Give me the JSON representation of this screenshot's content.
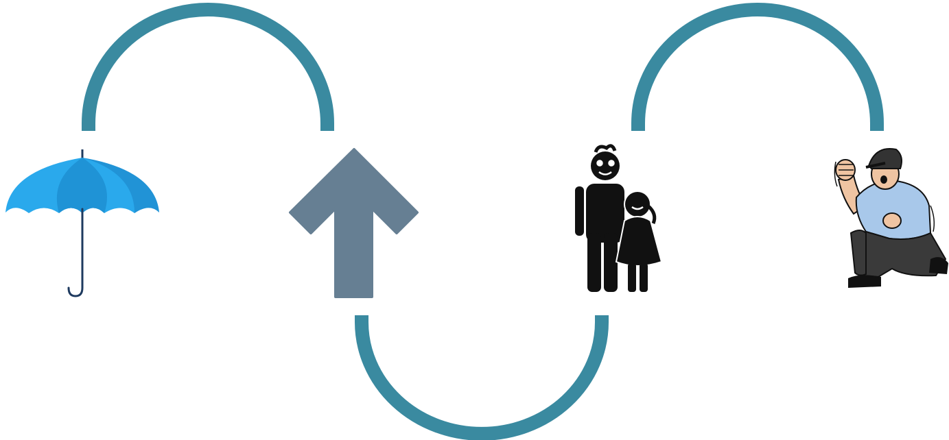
{
  "colors": {
    "connector": "#3a8aa0",
    "background": "#ffffff",
    "umbrella_light": "#2aa9ec",
    "umbrella_mid": "#1f93d6",
    "umbrella_dark": "#1a82c4",
    "umbrella_handle": "#1e3a5f",
    "arrow": "#667f93",
    "silhouette": "#111111",
    "shirt": "#a8c8ea",
    "pants": "#3a3a3a",
    "skin": "#efc4a2"
  },
  "steps": [
    {
      "icon": "umbrella-icon"
    },
    {
      "icon": "up-arrow-icon"
    },
    {
      "icon": "father-daughter-icon"
    },
    {
      "icon": "cheering-man-icon"
    }
  ],
  "connectors": [
    {
      "from": "umbrella-icon",
      "to": "up-arrow-icon",
      "side": "top"
    },
    {
      "from": "up-arrow-icon",
      "to": "father-daughter-icon",
      "side": "bottom"
    },
    {
      "from": "father-daughter-icon",
      "to": "cheering-man-icon",
      "side": "top"
    }
  ]
}
